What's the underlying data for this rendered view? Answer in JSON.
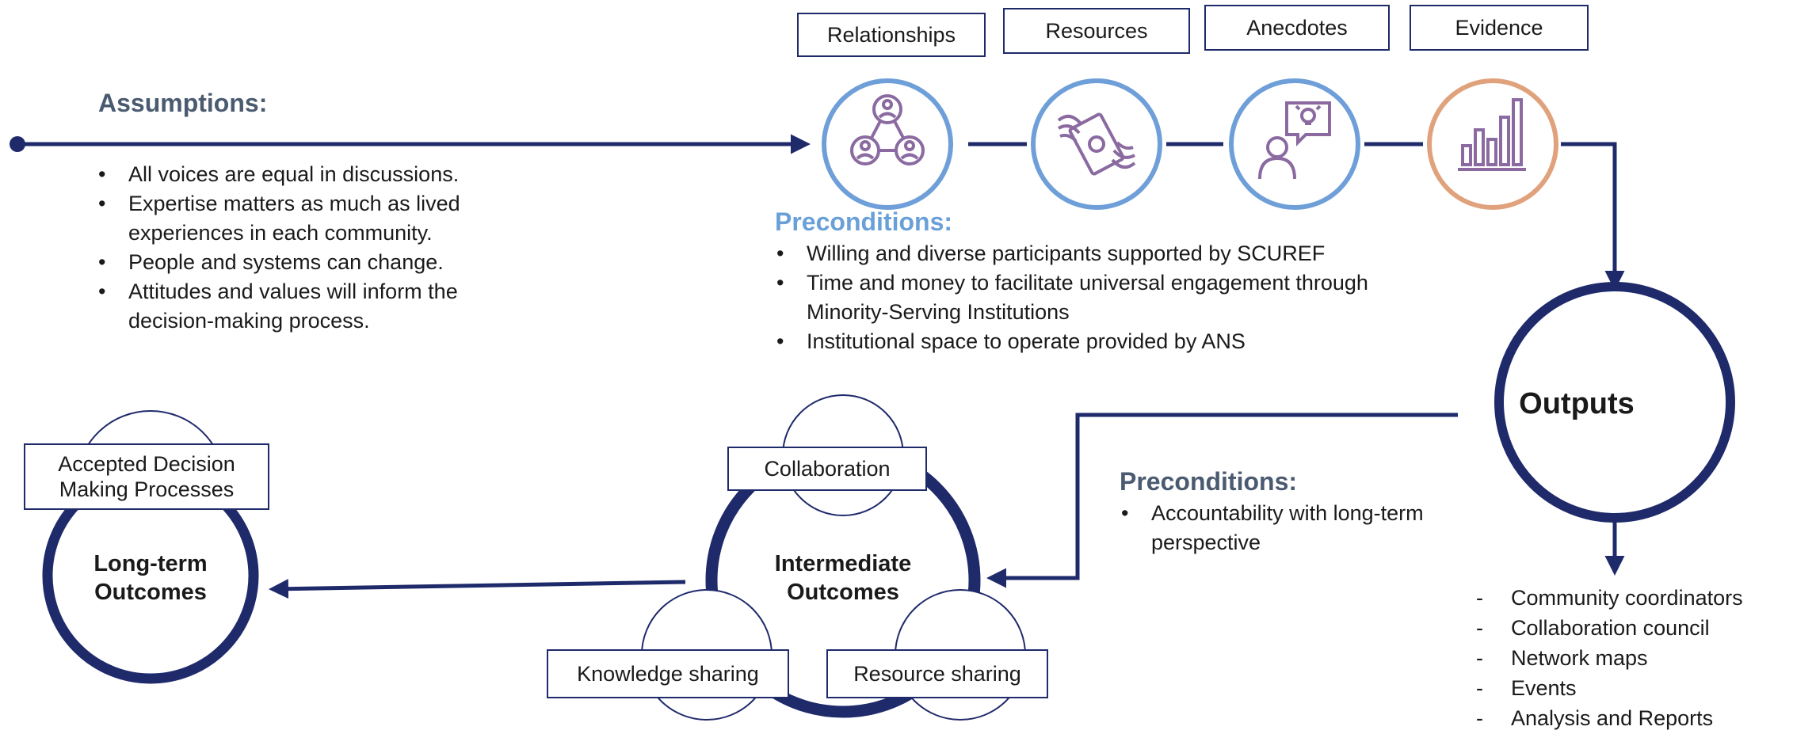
{
  "inputs": {
    "relationships": {
      "label": "Relationships",
      "icon": "people-network-icon",
      "ring_color": "#6f9fd8"
    },
    "resources": {
      "label": "Resources",
      "icon": "flying-money-icon",
      "ring_color": "#6f9fd8"
    },
    "anecdotes": {
      "label": "Anecdotes",
      "icon": "person-idea-icon",
      "ring_color": "#6f9fd8"
    },
    "evidence": {
      "label": "Evidence",
      "icon": "bar-chart-icon",
      "ring_color": "#e0a27c"
    }
  },
  "assumptions": {
    "title": "Assumptions:",
    "items": [
      "All voices are equal in discussions.",
      "Expertise matters as much as lived experiences in each community.",
      "People and systems can change.",
      "Attitudes and values will inform the decision-making process."
    ]
  },
  "preconditions_inputs": {
    "title": "Preconditions:",
    "items": [
      "Willing and diverse participants supported by SCUREF",
      "Time and money to facilitate universal engagement through Minority-Serving Institutions",
      "Institutional space to operate provided by ANS"
    ]
  },
  "outputs": {
    "title": "Outputs",
    "items": [
      "Community coordinators",
      "Collaboration council",
      "Network maps",
      "Events",
      "Analysis and Reports"
    ]
  },
  "preconditions_outputs": {
    "title": "Preconditions:",
    "items": [
      "Accountability with long-term perspective"
    ]
  },
  "intermediate": {
    "title_line1": "Intermediate",
    "title_line2": "Outcomes",
    "collaboration": "Collaboration",
    "knowledge_sharing": "Knowledge sharing",
    "resource_sharing": "Resource sharing"
  },
  "longterm": {
    "title_line1": "Long-term",
    "title_line2": "Outcomes",
    "accepted_line1": "Accepted Decision",
    "accepted_line2": "Making Processes"
  },
  "colors": {
    "navy": "#1f2a6b",
    "assumptions_title": "#4a5a70",
    "preconditions_title": "#6aa0d8",
    "icon_purple": "#8a6aa0"
  }
}
